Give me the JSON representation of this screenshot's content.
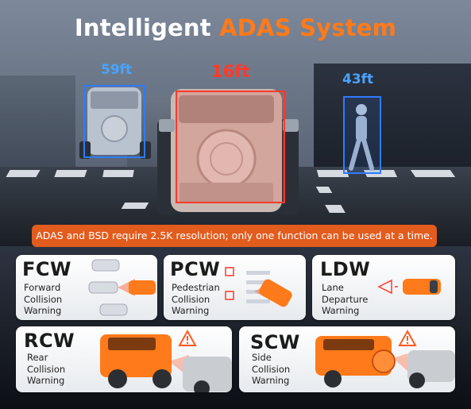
{
  "title": {
    "part1": "Intelligent ",
    "part2": "ADAS System"
  },
  "distances": {
    "left": "59ft",
    "center": "16ft",
    "right": "43ft"
  },
  "notice": "ADAS and BSD require 2.5K resolution; only one function can be used at a time.",
  "cards": {
    "fcw": {
      "abbr": "FCW",
      "lines": [
        "Forward",
        "Collision",
        "Warning"
      ]
    },
    "pcw": {
      "abbr": "PCW",
      "lines": [
        "Pedestrian",
        "Collision",
        "Warning"
      ]
    },
    "ldw": {
      "abbr": "LDW",
      "lines": [
        "Lane",
        "Departure",
        "Warning"
      ]
    },
    "rcw": {
      "abbr": "RCW",
      "lines": [
        "Rear",
        "Collision",
        "Warning"
      ]
    },
    "scw": {
      "abbr": "SCW",
      "lines": [
        "Side",
        "Collision",
        "Warning"
      ]
    }
  },
  "colors": {
    "accent": "#ff7a1a",
    "banner": "#e25c1e",
    "blue_box": "#2f7bff",
    "red_box": "#ff3a2a"
  }
}
